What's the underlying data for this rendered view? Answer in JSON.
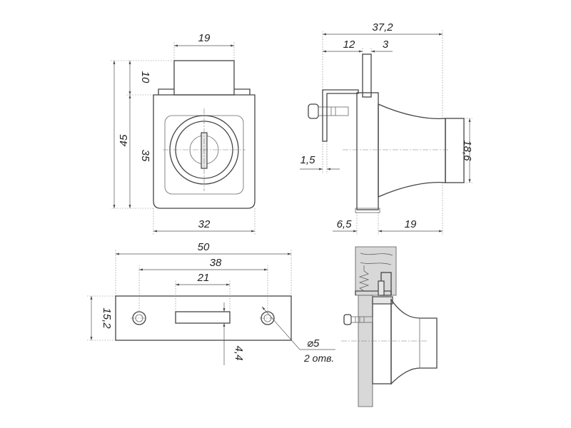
{
  "drawing": {
    "dims_front": {
      "width_top": "19",
      "height_total": "45",
      "height_top": "10",
      "height_body": "35",
      "width_body": "32"
    },
    "dims_side": {
      "length_total": "37,2",
      "length_12": "12",
      "length_3": "3",
      "thickness": "1,5",
      "height": "18,6",
      "length_65": "6,5",
      "length_19": "19"
    },
    "dims_plate": {
      "length": "50",
      "holes_spacing": "38",
      "slot_length": "21",
      "height": "15,2",
      "slot_height": "4,4",
      "hole_diameter": "⌀5",
      "hole_count": "2 отв."
    }
  }
}
